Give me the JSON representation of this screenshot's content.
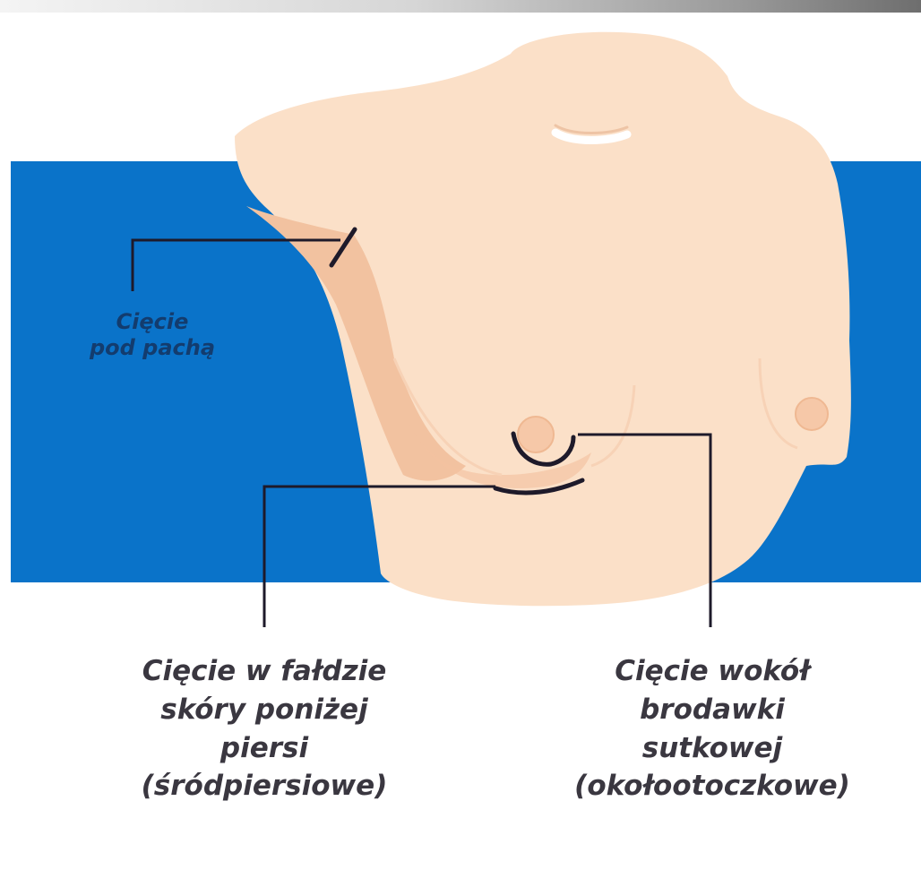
{
  "labels": {
    "armpit": [
      "Cięcie",
      "pod pachą"
    ],
    "inframammary": [
      "Cięcie w fałdzie",
      "skóry poniżej",
      "piersi",
      "(śródpiersiowe)"
    ],
    "periareolar": [
      "Cięcie wokół",
      "brodawki",
      "sutkowej",
      "(okołootoczkowe)"
    ]
  },
  "colors": {
    "background_band": "#0a73c9",
    "skin": "#fbe0c8",
    "skin_shadow": "#f2c2a0",
    "incision_line": "#1e1a2a",
    "armpit_label": "#133c6e",
    "label_text": "#3a3740"
  }
}
